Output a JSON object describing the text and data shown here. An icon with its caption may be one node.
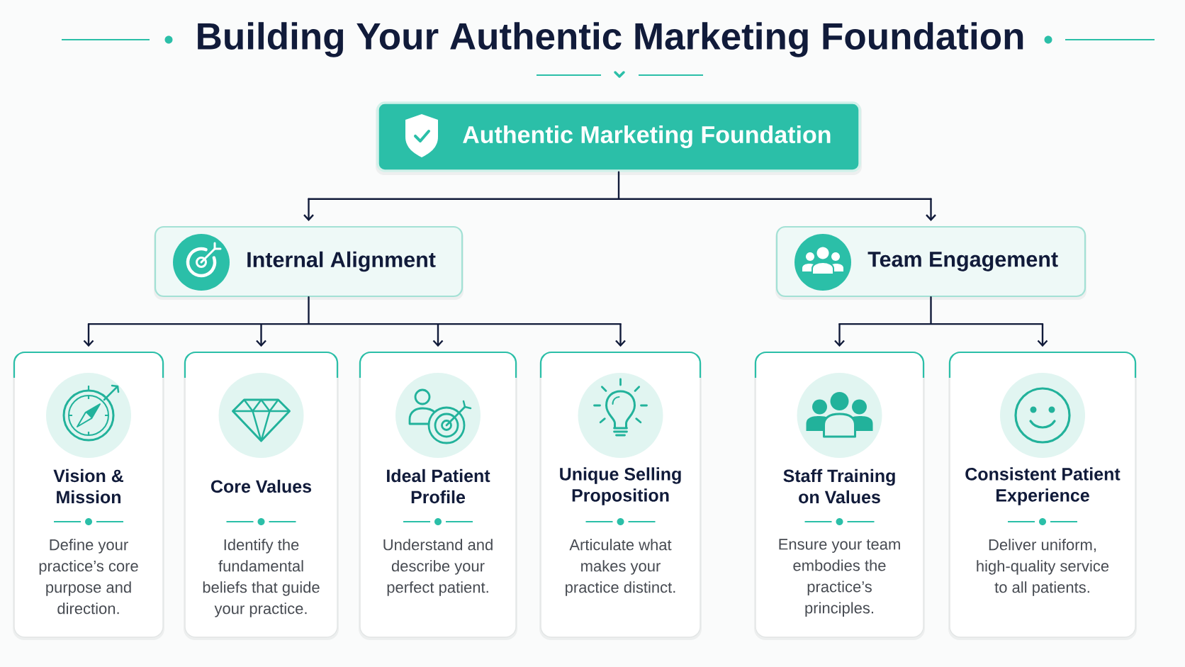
{
  "diagram": {
    "title": "Building Your Authentic Marketing Foundation",
    "nodes": [
      {
        "text": [
          "Authentic Marketing Foundation"
        ]
      },
      {
        "text": [
          "Internal Alignment"
        ]
      },
      {
        "text": [
          "Team Engagement"
        ]
      },
      {
        "text": [
          "Vision & Mission",
          "Define your practice’s core purpose and direction."
        ]
      },
      {
        "text": [
          "Core Values",
          "Identify the fundamental beliefs that guide your practice."
        ]
      },
      {
        "text": [
          "Ideal Patient Profile",
          "Understand and describe your perfect patient."
        ]
      },
      {
        "text": [
          "Unique Selling Proposition",
          "Articulate what makes your practice distinct."
        ]
      },
      {
        "text": [
          "Staff Training on Values",
          "Ensure your team embodies the practice’s principles."
        ]
      },
      {
        "text": [
          "Consistent Patient Experience",
          "Deliver uniform, high-quality service to all patients."
        ]
      }
    ],
    "edges": [
      {
        "from": 0,
        "to": 1,
        "arrow": "to"
      },
      {
        "from": 0,
        "to": 2,
        "arrow": "to"
      },
      {
        "from": 1,
        "to": 3,
        "arrow": "to"
      },
      {
        "from": 1,
        "to": 4,
        "arrow": "to"
      },
      {
        "from": 1,
        "to": 5,
        "arrow": "to"
      },
      {
        "from": 1,
        "to": 6,
        "arrow": "to"
      },
      {
        "from": 2,
        "to": 7,
        "arrow": "to"
      },
      {
        "from": 2,
        "to": 8,
        "arrow": "to"
      }
    ]
  }
}
